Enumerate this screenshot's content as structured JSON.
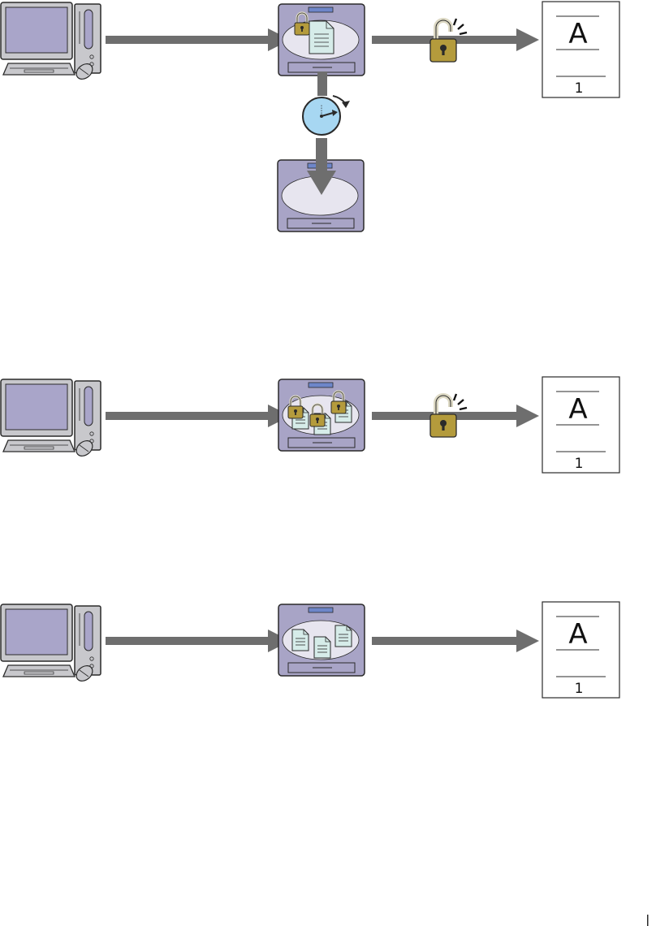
{
  "colors": {
    "arrow": "#6e6e6e",
    "monitor_body": "#c8c8cc",
    "monitor_screen": "#a9a5c9",
    "printer_body": "#a8a4c6",
    "printer_tray": "#e7e5ef",
    "printer_panel": "#6e86c9",
    "lock_gold": "#b49b3c",
    "lock_shackle": "#ddd9c4",
    "doc_fill": "#d6ece9",
    "clock_face": "#a7d7f2",
    "outline": "#2a2a2a"
  },
  "diagrams": [
    {
      "id": "secure-print-with-expiry",
      "page": {
        "letter": "A",
        "number": "1"
      },
      "icons": [
        "computer-icon",
        "printer-icon",
        "locked-document-icon",
        "unlock-icon",
        "clock-icon",
        "printer-deleted-icon",
        "printed-page-icon"
      ]
    },
    {
      "id": "secure-print-multiple",
      "page": {
        "letter": "A",
        "number": "1"
      },
      "icons": [
        "computer-icon",
        "printer-icon",
        "locked-documents-icon",
        "unlock-icon",
        "printed-page-icon"
      ]
    },
    {
      "id": "stored-print",
      "page": {
        "letter": "A",
        "number": "1"
      },
      "icons": [
        "computer-icon",
        "printer-icon",
        "documents-icon",
        "printed-page-icon"
      ]
    }
  ]
}
